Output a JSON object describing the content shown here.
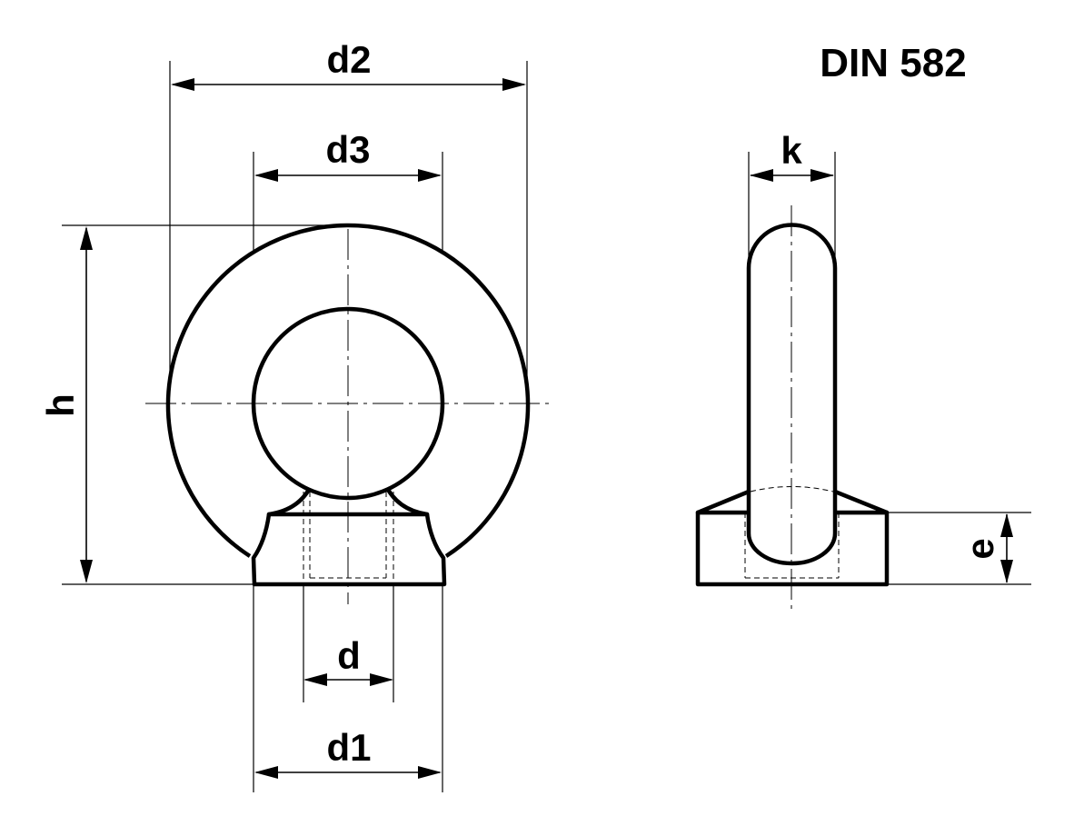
{
  "title": "DIN 582",
  "dimensions": {
    "d2": "d2",
    "d3": "d3",
    "h": "h",
    "d": "d",
    "d1": "d1",
    "k": "k",
    "e": "e"
  }
}
